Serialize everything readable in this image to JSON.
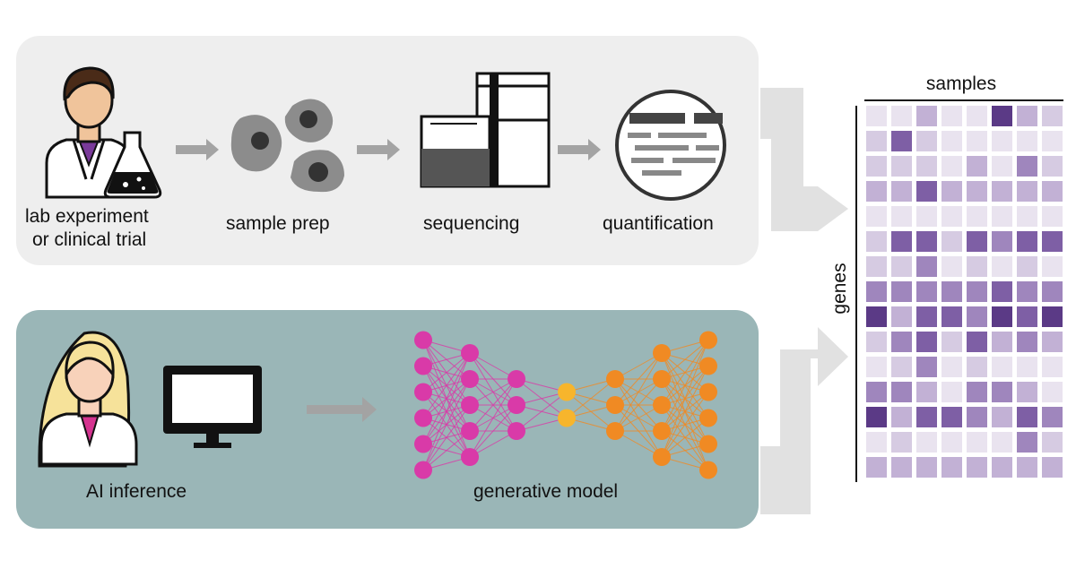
{
  "top_panel": {
    "steps": [
      {
        "label_line1": "lab experiment",
        "label_line2": "or clinical trial",
        "icon": "scientist-with-flask-icon"
      },
      {
        "label": "sample prep",
        "icon": "cells-icon"
      },
      {
        "label": "sequencing",
        "icon": "sequencer-icon"
      },
      {
        "label": "quantification",
        "icon": "magnified-reads-icon"
      }
    ],
    "color": "#eeeeee"
  },
  "bottom_panel": {
    "steps": [
      {
        "label": "AI inference",
        "icon": "scientist-with-computer-icon"
      },
      {
        "label": "generative model",
        "icon": "neural-network-icon"
      }
    ],
    "color": "#9ab6b7"
  },
  "matrix": {
    "title": "samples",
    "row_label": "genes",
    "rows": 15,
    "cols": 8,
    "intensity": [
      [
        1,
        1,
        3,
        1,
        1,
        6,
        3,
        2
      ],
      [
        2,
        5,
        2,
        1,
        1,
        1,
        1,
        1
      ],
      [
        2,
        2,
        2,
        1,
        3,
        1,
        4,
        2
      ],
      [
        3,
        3,
        5,
        3,
        3,
        3,
        3,
        3
      ],
      [
        1,
        1,
        1,
        1,
        1,
        1,
        1,
        1
      ],
      [
        2,
        5,
        5,
        2,
        5,
        4,
        5,
        5
      ],
      [
        2,
        2,
        4,
        1,
        2,
        1,
        2,
        1
      ],
      [
        4,
        4,
        4,
        4,
        4,
        5,
        4,
        4
      ],
      [
        6,
        3,
        5,
        5,
        4,
        6,
        5,
        6
      ],
      [
        2,
        4,
        5,
        2,
        5,
        3,
        4,
        3
      ],
      [
        1,
        2,
        4,
        1,
        2,
        1,
        1,
        1
      ],
      [
        4,
        4,
        3,
        1,
        4,
        4,
        3,
        1
      ],
      [
        6,
        3,
        5,
        5,
        4,
        3,
        5,
        4
      ],
      [
        1,
        2,
        1,
        1,
        1,
        1,
        4,
        2
      ],
      [
        3,
        3,
        3,
        3,
        3,
        3,
        3,
        3
      ]
    ],
    "palette": [
      "#f5f3f7",
      "#e9e3ef",
      "#d6cbe2",
      "#c2b1d5",
      "#9f86bd",
      "#7e5fa5",
      "#5b3a86"
    ]
  },
  "colors": {
    "arrow": "#a3a3a3",
    "connector": "#e1e1e1",
    "node_input": "#d93aa8",
    "node_latent": "#f7b52c",
    "node_output": "#f08a23"
  }
}
